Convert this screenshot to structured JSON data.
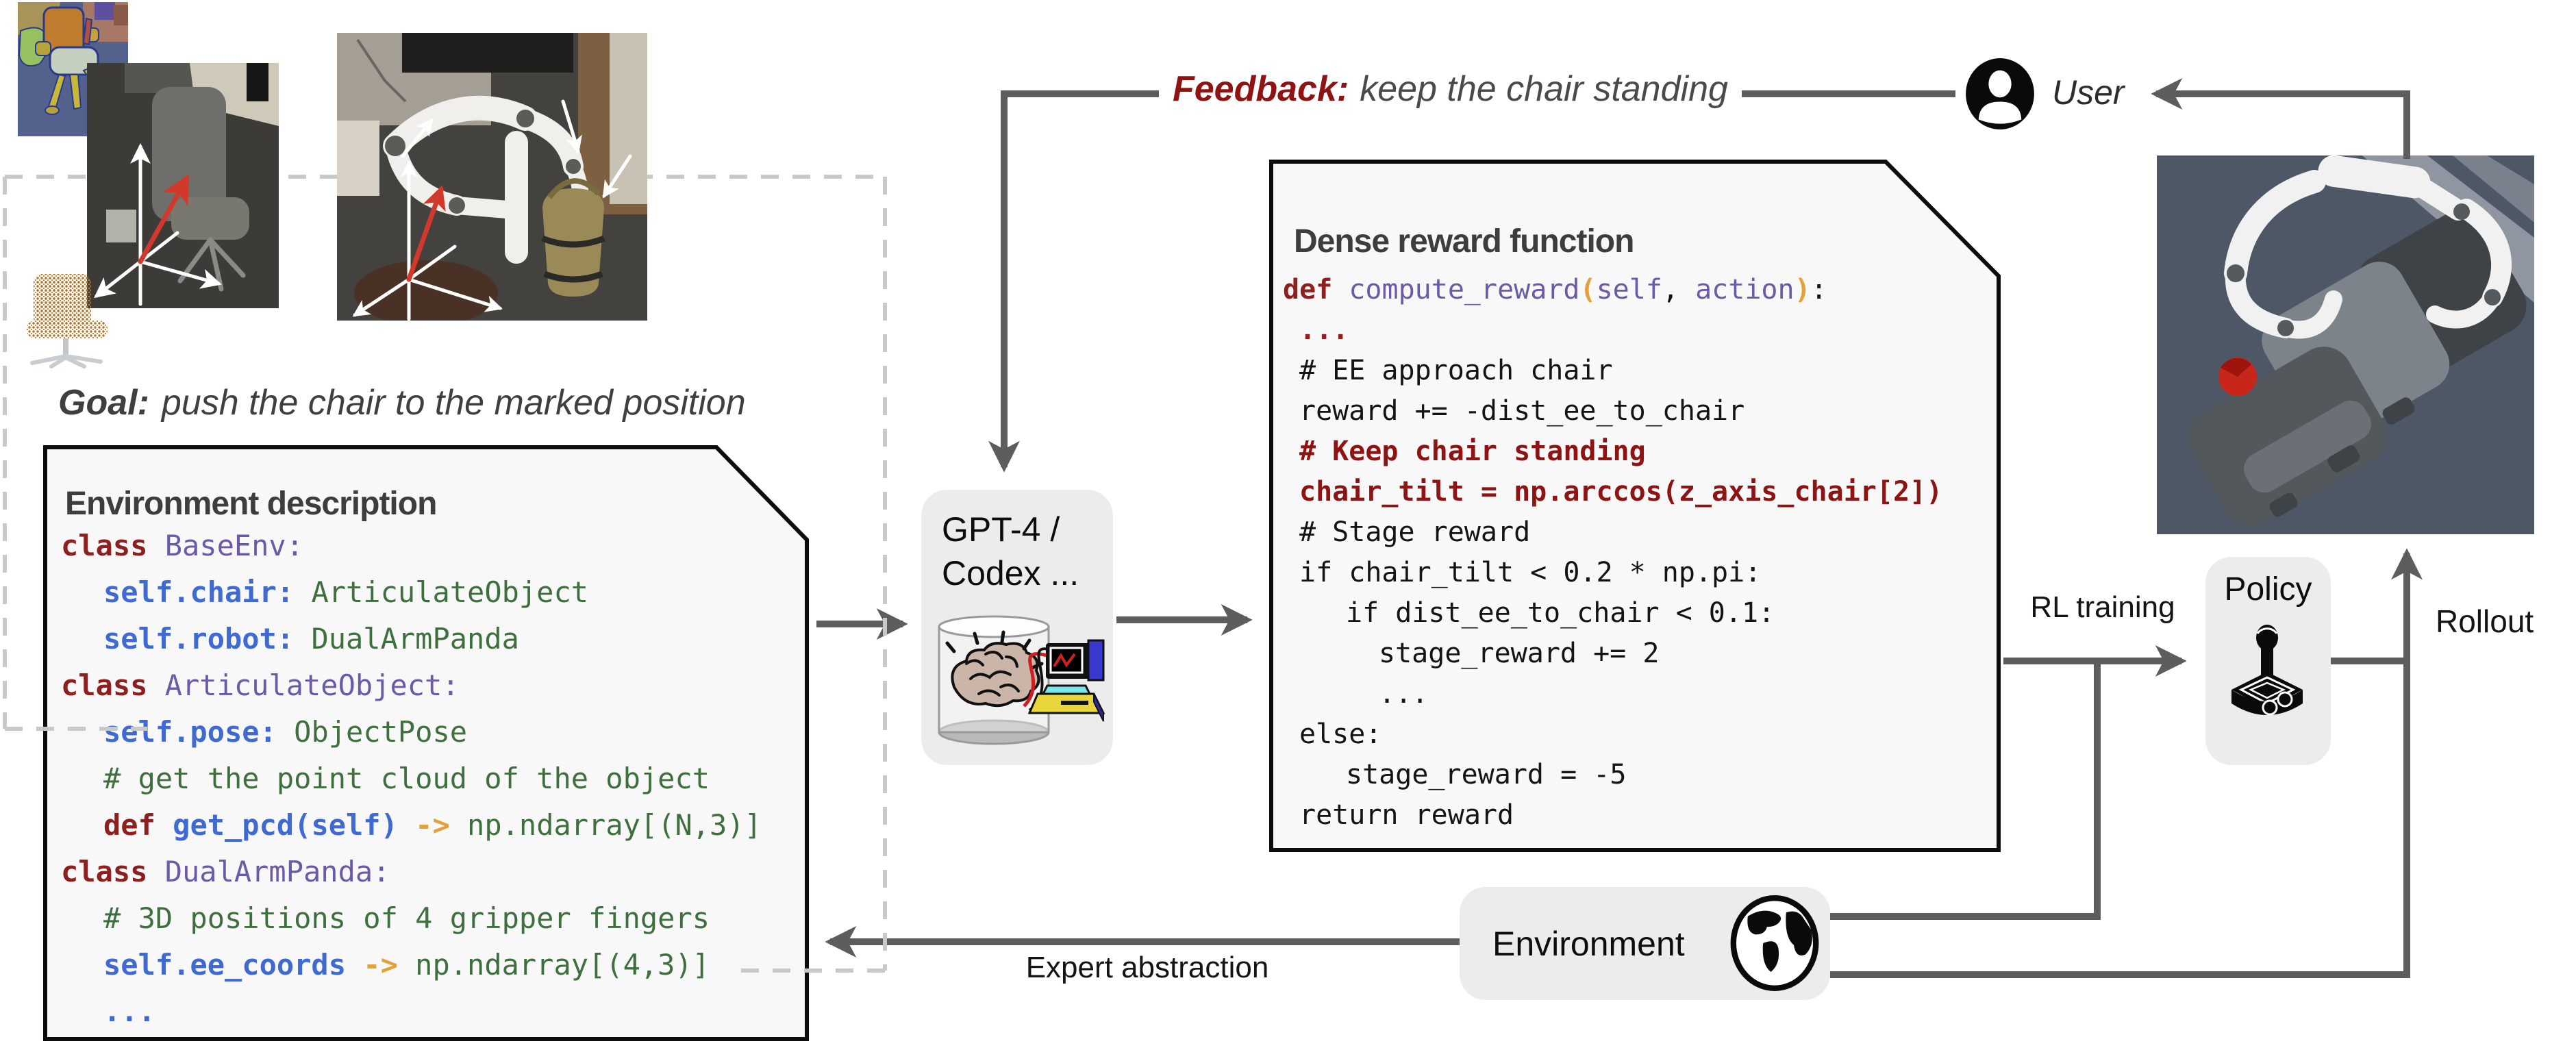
{
  "goal": {
    "label": "Goal:",
    "text": "push the chair to the marked position"
  },
  "feedback": {
    "label": "Feedback:",
    "text": "keep the chair standing"
  },
  "user": {
    "label": "User",
    "icon": "user-avatar-icon"
  },
  "gpt_box": {
    "line1": "GPT-4 /",
    "line2": "Codex ...",
    "icon": "brain-in-jar-and-computer-icon"
  },
  "env_panel": {
    "title": "Environment description",
    "code": [
      {
        "indent": 0,
        "tokens": [
          {
            "t": "class ",
            "c": "kw"
          },
          {
            "t": "BaseEnv:",
            "c": "cls"
          }
        ]
      },
      {
        "indent": 1,
        "tokens": [
          {
            "t": "self.chair:",
            "c": "slf"
          },
          {
            "t": " ",
            "c": "pln"
          },
          {
            "t": "ArticulateObject",
            "c": "typ"
          }
        ]
      },
      {
        "indent": 1,
        "tokens": [
          {
            "t": "self.robot:",
            "c": "slf"
          },
          {
            "t": " ",
            "c": "pln"
          },
          {
            "t": "DualArmPanda",
            "c": "typ"
          }
        ]
      },
      {
        "indent": 0,
        "tokens": [
          {
            "t": "class ",
            "c": "kw"
          },
          {
            "t": "ArticulateObject:",
            "c": "cls"
          }
        ]
      },
      {
        "indent": 1,
        "tokens": [
          {
            "t": "self.pose:",
            "c": "slf"
          },
          {
            "t": " ",
            "c": "pln"
          },
          {
            "t": "ObjectPose",
            "c": "typ"
          }
        ]
      },
      {
        "indent": 1,
        "tokens": [
          {
            "t": "# get the point cloud of the object",
            "c": "com"
          }
        ]
      },
      {
        "indent": 1,
        "tokens": [
          {
            "t": "def ",
            "c": "kw"
          },
          {
            "t": "get_pcd(self)",
            "c": "slf"
          },
          {
            "t": " -> ",
            "c": "op"
          },
          {
            "t": "np.ndarray[(N,3)]",
            "c": "typ"
          }
        ]
      },
      {
        "indent": 0,
        "tokens": [
          {
            "t": "class ",
            "c": "kw"
          },
          {
            "t": "DualArmPanda:",
            "c": "cls"
          }
        ]
      },
      {
        "indent": 1,
        "tokens": [
          {
            "t": "# 3D positions of 4 gripper fingers",
            "c": "com"
          }
        ]
      },
      {
        "indent": 1,
        "tokens": [
          {
            "t": "self.ee_coords",
            "c": "slf"
          },
          {
            "t": " -> ",
            "c": "op"
          },
          {
            "t": "np.ndarray[(4,3)]",
            "c": "typ"
          }
        ]
      },
      {
        "indent": 1,
        "tokens": [
          {
            "t": "...",
            "c": "slf"
          }
        ]
      }
    ]
  },
  "reward_panel": {
    "title": "Dense reward function",
    "code": [
      {
        "indent": 0,
        "tokens": [
          {
            "t": "def ",
            "c": "kw"
          },
          {
            "t": "compute_reward",
            "c": "cls"
          },
          {
            "t": "(",
            "c": "op"
          },
          {
            "t": "self",
            "c": "cls"
          },
          {
            "t": ", ",
            "c": "pln"
          },
          {
            "t": "action",
            "c": "cls"
          },
          {
            "t": ")",
            "c": "op"
          },
          {
            "t": ":",
            "c": "pln"
          }
        ]
      },
      {
        "indent": 1,
        "tokens": [
          {
            "t": "...",
            "c": "kw"
          }
        ]
      },
      {
        "indent": 1,
        "tokens": [
          {
            "t": "# EE approach chair",
            "c": "pln"
          }
        ]
      },
      {
        "indent": 1,
        "tokens": [
          {
            "t": "reward += -dist_ee_to_chair",
            "c": "pln"
          }
        ]
      },
      {
        "indent": 1,
        "tokens": [
          {
            "t": "# Keep chair standing",
            "c": "red"
          }
        ]
      },
      {
        "indent": 1,
        "tokens": [
          {
            "t": "chair_tilt = np.arccos(z_axis_chair[2])",
            "c": "red"
          }
        ]
      },
      {
        "indent": 1,
        "tokens": [
          {
            "t": "# Stage reward",
            "c": "pln"
          }
        ]
      },
      {
        "indent": 1,
        "tokens": [
          {
            "t": "if chair_tilt < 0.2 * np.pi:",
            "c": "pln"
          }
        ]
      },
      {
        "indent": 2,
        "tokens": [
          {
            "t": "if dist_ee_to_chair < 0.1:",
            "c": "pln"
          }
        ]
      },
      {
        "indent": 3,
        "tokens": [
          {
            "t": "stage_reward += 2",
            "c": "pln"
          }
        ]
      },
      {
        "indent": 3,
        "tokens": [
          {
            "t": "...",
            "c": "pln"
          }
        ]
      },
      {
        "indent": 1,
        "tokens": [
          {
            "t": "else:",
            "c": "pln"
          }
        ]
      },
      {
        "indent": 2,
        "tokens": [
          {
            "t": "stage_reward = -5",
            "c": "pln"
          }
        ]
      },
      {
        "indent": 1,
        "tokens": [
          {
            "t": "return reward",
            "c": "pln"
          }
        ]
      }
    ]
  },
  "policy_box": {
    "label": "Policy",
    "icon": "joystick-icon"
  },
  "environment_box": {
    "label": "Environment",
    "icon": "globe-icon"
  },
  "labels": {
    "rl_training": "RL training",
    "rollout": "Rollout",
    "expert_abstraction": "Expert abstraction"
  },
  "colors": {
    "arrow_gray": "#5d5d5d",
    "dashed_gray": "#c9c9c9",
    "panel_bg": "#f8f8f8",
    "panel_border": "#0d0d0d",
    "box_bg": "#ececec",
    "feedback_red": "#8e1414",
    "code_keyword_red": "#8e1f1f",
    "code_purple": "#6a5ba8",
    "code_blue": "#3e6ad1",
    "code_green": "#3f6e3f",
    "code_orange": "#e3a13a",
    "sim_background": "#4d5766",
    "sim_marker_red": "#c8251b"
  }
}
